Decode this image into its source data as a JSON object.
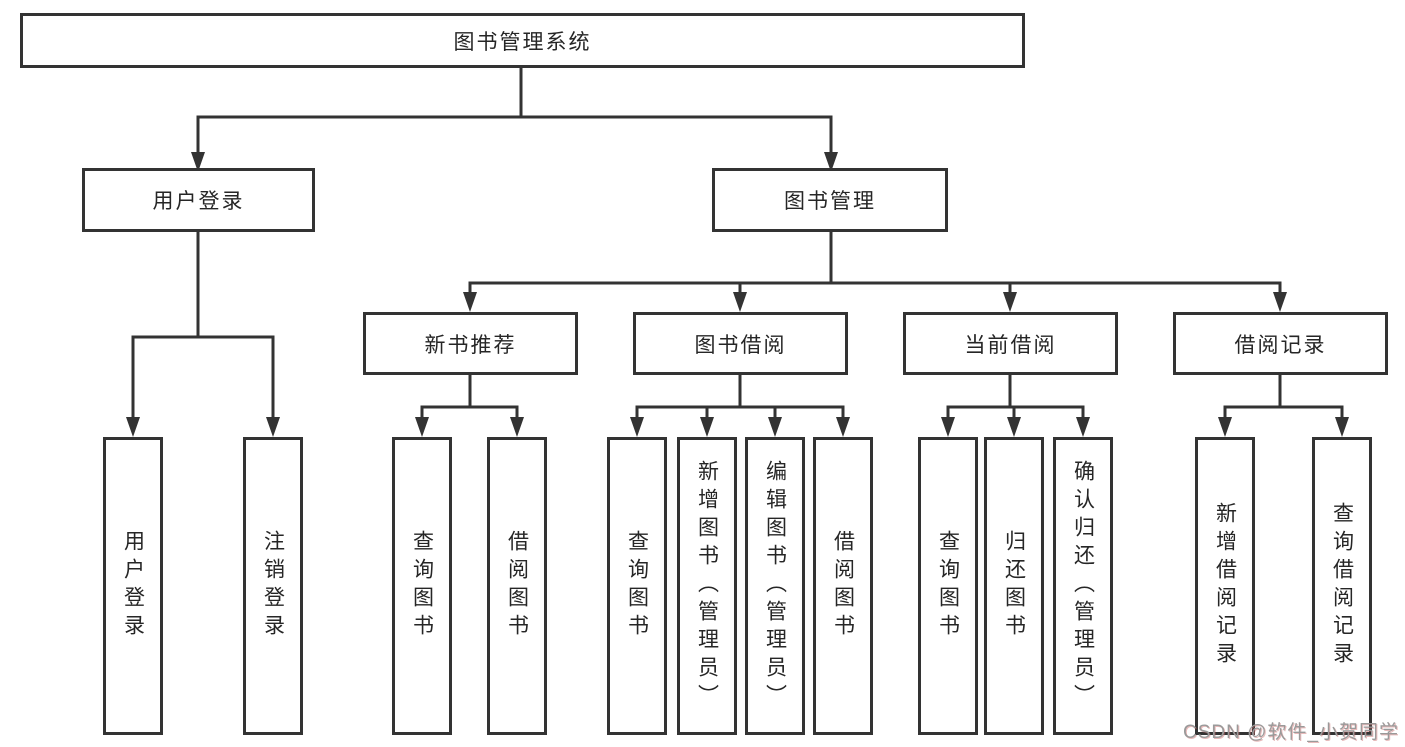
{
  "colors": {
    "line": "#333333",
    "box_border": "#333333",
    "text": "#262626",
    "background": "#ffffff",
    "watermark_gray": "#9a9a9a"
  },
  "nodes": {
    "root": "图书管理系统",
    "user_login": "用户登录",
    "book_management": "图书管理",
    "new_book_recommend": "新书推荐",
    "book_borrow": "图书借阅",
    "current_borrow": "当前借阅",
    "borrow_records": "借阅记录",
    "leaf_user_login": "用户登录",
    "leaf_logout": "注销登录",
    "leaf_nbr_query_books": "查询图书",
    "leaf_nbr_borrow_books": "借阅图书",
    "leaf_bb_query_books": "查询图书",
    "leaf_bb_add_books_admin": "新增图书（管理员）",
    "leaf_bb_edit_books_admin": "编辑图书（管理员）",
    "leaf_bb_borrow_books": "借阅图书",
    "leaf_cb_query_books": "查询图书",
    "leaf_cb_return_books": "归还图书",
    "leaf_cb_confirm_return_admin": "确认归还（管理员）",
    "leaf_br_add_record": "新增借阅记录",
    "leaf_br_query_record": "查询借阅记录"
  },
  "watermark": "CSDN @软件_小贺同学"
}
